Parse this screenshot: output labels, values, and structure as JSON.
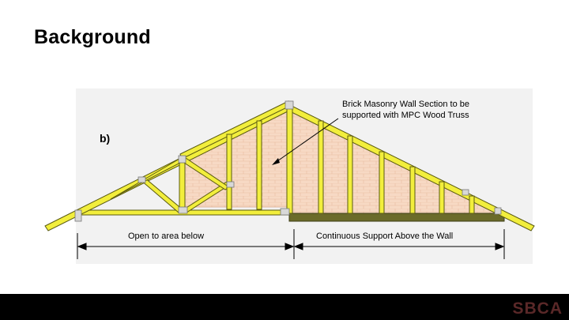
{
  "slide": {
    "title": "Background"
  },
  "diagram": {
    "part_label": "b)",
    "callout_line1": "Brick Masonry Wall Section to be",
    "callout_line2": "supported with MPC Wood Truss",
    "span_left_label": "Open to area below",
    "span_right_label": "Continuous Support Above the Wall"
  },
  "footer": {
    "logo_text": "SBCA"
  },
  "colors": {
    "lumber": "#f2ee3c",
    "brick_fill": "#f7d9c4",
    "support_beam": "#6b6b2a",
    "footer_bg": "#000000",
    "logo": "#5a2828"
  }
}
